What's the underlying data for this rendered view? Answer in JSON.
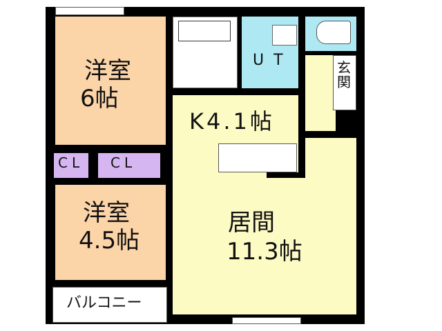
{
  "colors": {
    "wall": "#000000",
    "western_room": "#fbd4a8",
    "living": "#fdfbc4",
    "wet_area": "#aee8f3",
    "closet": "#d6b6f0",
    "balcony": "#ffffff"
  },
  "rooms": {
    "western_6": {
      "name": "洋室",
      "size": "6帖"
    },
    "western_45": {
      "name": "洋室",
      "size": "4.5帖"
    },
    "kitchen": {
      "label": "K4.1帖"
    },
    "living": {
      "name": "居間",
      "size": "11.3帖"
    },
    "ut": {
      "label": "UT"
    },
    "entrance": {
      "label": "玄関"
    },
    "closet_1": {
      "label": "CL"
    },
    "closet_2": {
      "label": "CL"
    },
    "balcony": {
      "label": "バルコニー"
    }
  }
}
